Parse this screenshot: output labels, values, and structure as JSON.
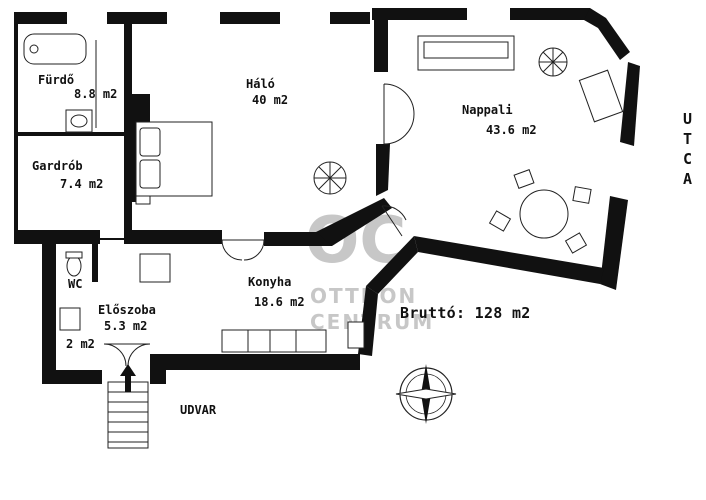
{
  "rooms": {
    "furdo": {
      "name": "Fürdő",
      "area": "8.8 m2"
    },
    "halo": {
      "name": "Háló",
      "area": "40 m2"
    },
    "nappali": {
      "name": "Nappali",
      "area": "43.6 m2"
    },
    "gardrob": {
      "name": "Gardrób",
      "area": "7.4 m2"
    },
    "konyha": {
      "name": "Konyha",
      "area": "18.6 m2"
    },
    "wc": {
      "name": "WC",
      "area": "2 m2"
    },
    "eloszoba": {
      "name": "Előszoba",
      "area": "5.3 m2"
    }
  },
  "total": "Bruttó: 128 m2",
  "labels": {
    "street": [
      "U",
      "T",
      "C",
      "A"
    ],
    "yard": "UDVAR",
    "compass_north": "N"
  },
  "watermark": {
    "logo": "OC",
    "line1": "OTTHON",
    "line2": "CENTRUM"
  }
}
